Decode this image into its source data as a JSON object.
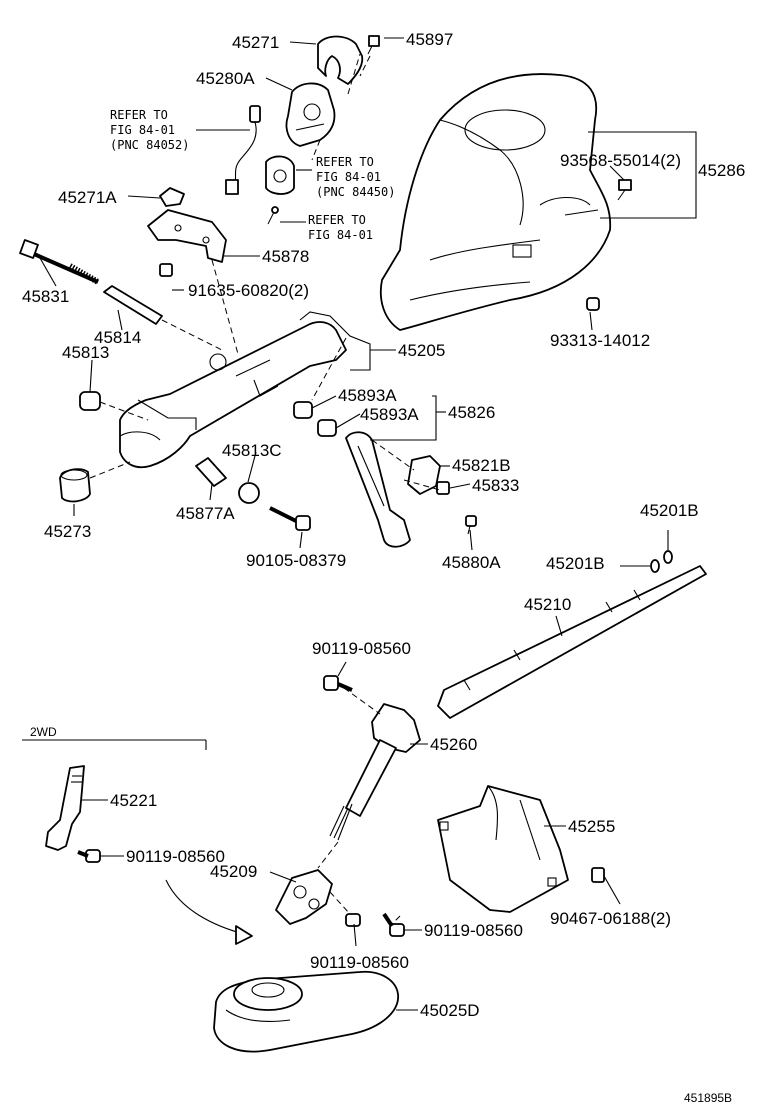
{
  "labels": {
    "p45271": "45271",
    "p45897": "45897",
    "p45280A": "45280A",
    "refer1_l1": "REFER TO",
    "refer1_l2": "FIG 84-01",
    "refer1_l3": "(PNC 84052)",
    "refer2_l1": "REFER TO",
    "refer2_l2": "FIG 84-01",
    "refer2_l3": "(PNC 84450)",
    "refer3_l1": "REFER TO",
    "refer3_l2": "FIG 84-01",
    "p45271A": "45271A",
    "p45878": "45878",
    "p45831": "45831",
    "p91635": "91635-60820(2)",
    "p45814": "45814",
    "p45813": "45813",
    "p45205": "45205",
    "p45893A_1": "45893A",
    "p45893A_2": "45893A",
    "p45826": "45826",
    "p45813C": "45813C",
    "p45821B": "45821B",
    "p45833": "45833",
    "p45273": "45273",
    "p45877A": "45877A",
    "p90105": "90105-08379",
    "p45880A": "45880A",
    "p93568": "93568-55014(2)",
    "p45286": "45286",
    "p93313": "93313-14012",
    "p45201B_1": "45201B",
    "p45201B_2": "45201B",
    "p45210": "45210",
    "p90119_a": "90119-08560",
    "p45260": "45260",
    "label_2wd": "2WD",
    "p45221": "45221",
    "p90119_b": "90119-08560",
    "p45255": "45255",
    "p45209": "45209",
    "p90467": "90467-06188(2)",
    "p90119_c": "90119-08560",
    "p90119_d": "90119-08560",
    "p45025D": "45025D",
    "figure_code": "451895B"
  }
}
